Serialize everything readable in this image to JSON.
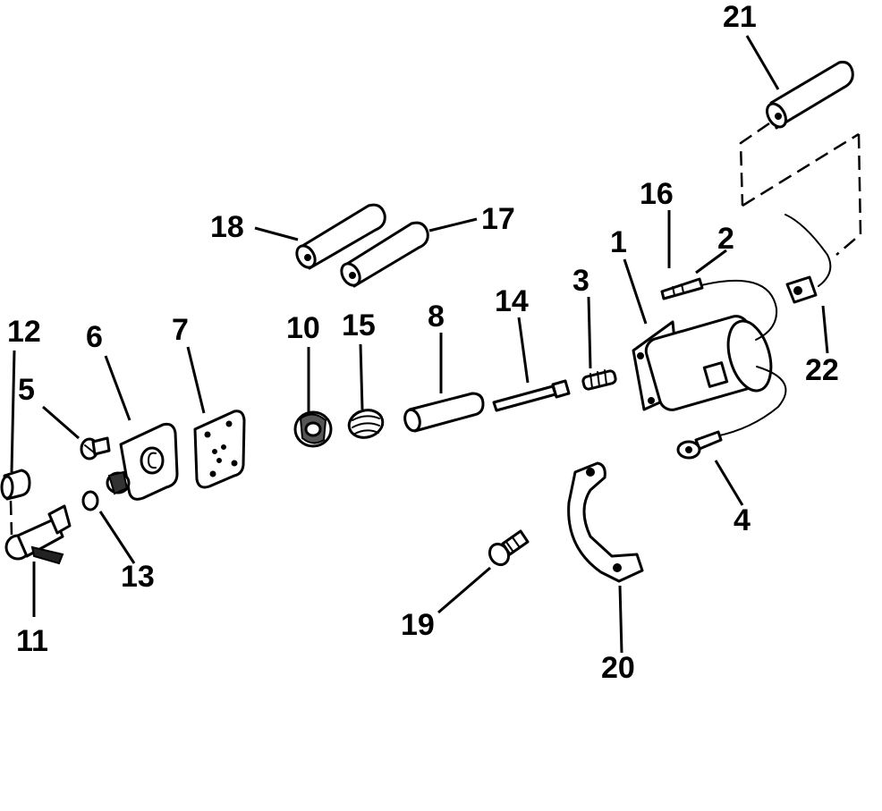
{
  "diagram": {
    "callouts": [
      {
        "id": "c1",
        "text": "1"
      },
      {
        "id": "c2",
        "text": "2"
      },
      {
        "id": "c3",
        "text": "3"
      },
      {
        "id": "c4",
        "text": "4"
      },
      {
        "id": "c5",
        "text": "5"
      },
      {
        "id": "c6",
        "text": "6"
      },
      {
        "id": "c7",
        "text": "7"
      },
      {
        "id": "c8",
        "text": "8"
      },
      {
        "id": "c10",
        "text": "10"
      },
      {
        "id": "c11",
        "text": "11"
      },
      {
        "id": "c12",
        "text": "12"
      },
      {
        "id": "c13",
        "text": "13"
      },
      {
        "id": "c14",
        "text": "14"
      },
      {
        "id": "c15",
        "text": "15"
      },
      {
        "id": "c16",
        "text": "16"
      },
      {
        "id": "c17",
        "text": "17"
      },
      {
        "id": "c18",
        "text": "18"
      },
      {
        "id": "c19",
        "text": "19"
      },
      {
        "id": "c20",
        "text": "20"
      },
      {
        "id": "c21",
        "text": "21"
      },
      {
        "id": "c22",
        "text": "22"
      }
    ]
  }
}
